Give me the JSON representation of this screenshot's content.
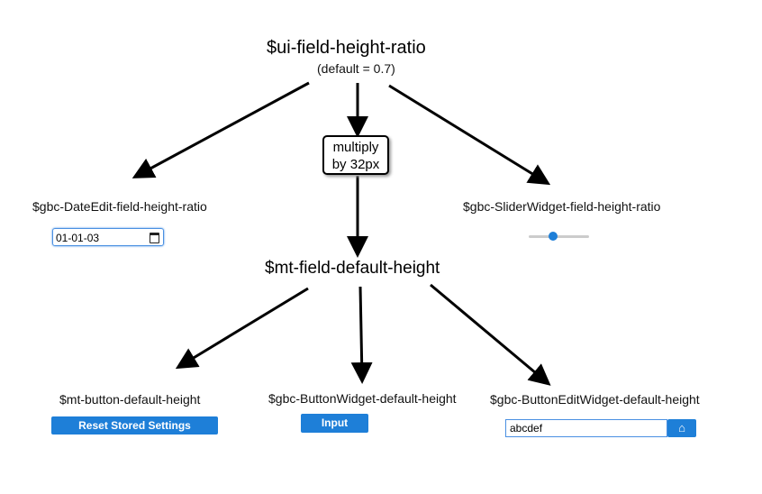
{
  "root": {
    "title": "$ui-field-height-ratio",
    "subtitle": "(default = 0.7)"
  },
  "multiply": {
    "line1": "multiply",
    "line2": "by 32px"
  },
  "middle": {
    "title": "$mt-field-default-height"
  },
  "date_edit": {
    "label": "$gbc-DateEdit-field-height-ratio",
    "value": "01-01-03"
  },
  "slider": {
    "label": "$gbc-SliderWidget-field-height-ratio",
    "value_fraction": 0.4
  },
  "button": {
    "label": "$mt-button-default-height",
    "button_text": "Reset Stored Settings"
  },
  "button_widget": {
    "label": "$gbc-ButtonWidget-default-height",
    "button_text": "Input"
  },
  "button_edit": {
    "label": "$gbc-ButtonEditWidget-default-height",
    "value": "abcdef",
    "icon": "home-icon"
  },
  "colors": {
    "accent": "#1e7fd8"
  }
}
